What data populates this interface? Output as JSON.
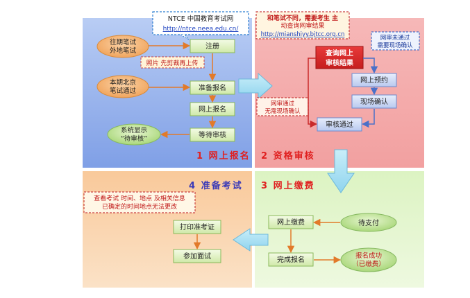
{
  "quadrants": {
    "q1_label": "1 网上报名",
    "q2_label": "2 资格审核",
    "q3_label": "3 网上缴费",
    "q4_label": "4 准备考试"
  },
  "q1": {
    "site_name": "NTCE 中国教育考试网",
    "site_url": "http://ntce.neea.edu.cn/",
    "prev_exam_line1": "往期笔试",
    "prev_exam_line2": "外地笔试",
    "register": "注册",
    "photo_note": "照片 先剪裁再上传",
    "current_exam_line1": "本期北京",
    "current_exam_line2": "笔试通过",
    "prepare_apply": "准备报名",
    "online_apply": "网上报名",
    "wait_review": "等待审核",
    "system_shows_line1": "系统显示",
    "system_shows_line2": "“待审核”"
  },
  "q2": {
    "note_line1": "和笔试不同，需要考生 主",
    "note_line2": "动查询网审结果",
    "note_url": "http://mianshiyy.bjtcc.org.cn",
    "query_line1": "查询网上",
    "query_line2": "审核结果",
    "fail_line1": "网审未通过",
    "fail_line2": "需要现场确认",
    "online_booking": "网上预约",
    "onsite_confirm": "现场确认",
    "pass_line1": "网审通过",
    "pass_line2": "无需现场确认",
    "review_passed": "审核通过"
  },
  "q3": {
    "online_pay": "网上缴费",
    "pending_pay": "待支付",
    "complete_apply": "完成报名",
    "success_line1": "报名成功",
    "success_line2": "（已缴费）"
  },
  "q4": {
    "note_line1": "查看考试 时间、地点 及相关信息",
    "note_line2": "已确定的时间地点无法更改",
    "print_ticket": "打印准考证",
    "attend_interview": "参加面试"
  }
}
